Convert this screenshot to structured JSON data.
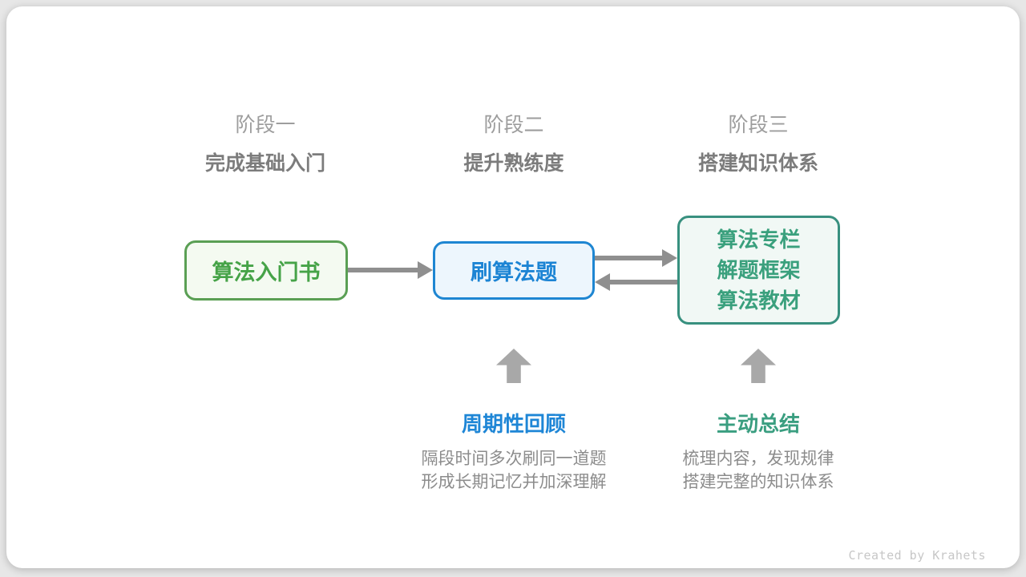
{
  "canvas": {
    "credit": "Created by Krahets"
  },
  "stages": [
    {
      "label": "阶段一",
      "title": "完成基础入门"
    },
    {
      "label": "阶段二",
      "title": "提升熟练度"
    },
    {
      "label": "阶段三",
      "title": "搭建知识体系"
    }
  ],
  "nodes": {
    "intro_book": {
      "label": "算法入门书",
      "border_color": "#5a9f54",
      "text_color": "#46a348",
      "fill": "#f4faf1"
    },
    "practice_problems": {
      "label": "刷算法题",
      "border_color": "#1e86d2",
      "text_color": "#1c84d4",
      "fill": "#edf6fd"
    },
    "knowledge_sources": {
      "lines": [
        "算法专栏",
        "解题框架",
        "算法教材"
      ],
      "border_color": "#38907f",
      "text_color": "#3aa07d",
      "fill": "#f1f8f5"
    }
  },
  "arrows": {
    "color": "#8f8f8f",
    "up_color": "#a8a8a8"
  },
  "annotations": [
    {
      "title": "周期性回顾",
      "title_color": "#1e86d6",
      "lines": [
        "隔段时间多次刷同一道题",
        "形成长期记忆并加深理解"
      ]
    },
    {
      "title": "主动总结",
      "title_color": "#3a9e80",
      "lines": [
        "梳理内容，发现规律",
        "搭建完整的知识体系"
      ]
    }
  ]
}
